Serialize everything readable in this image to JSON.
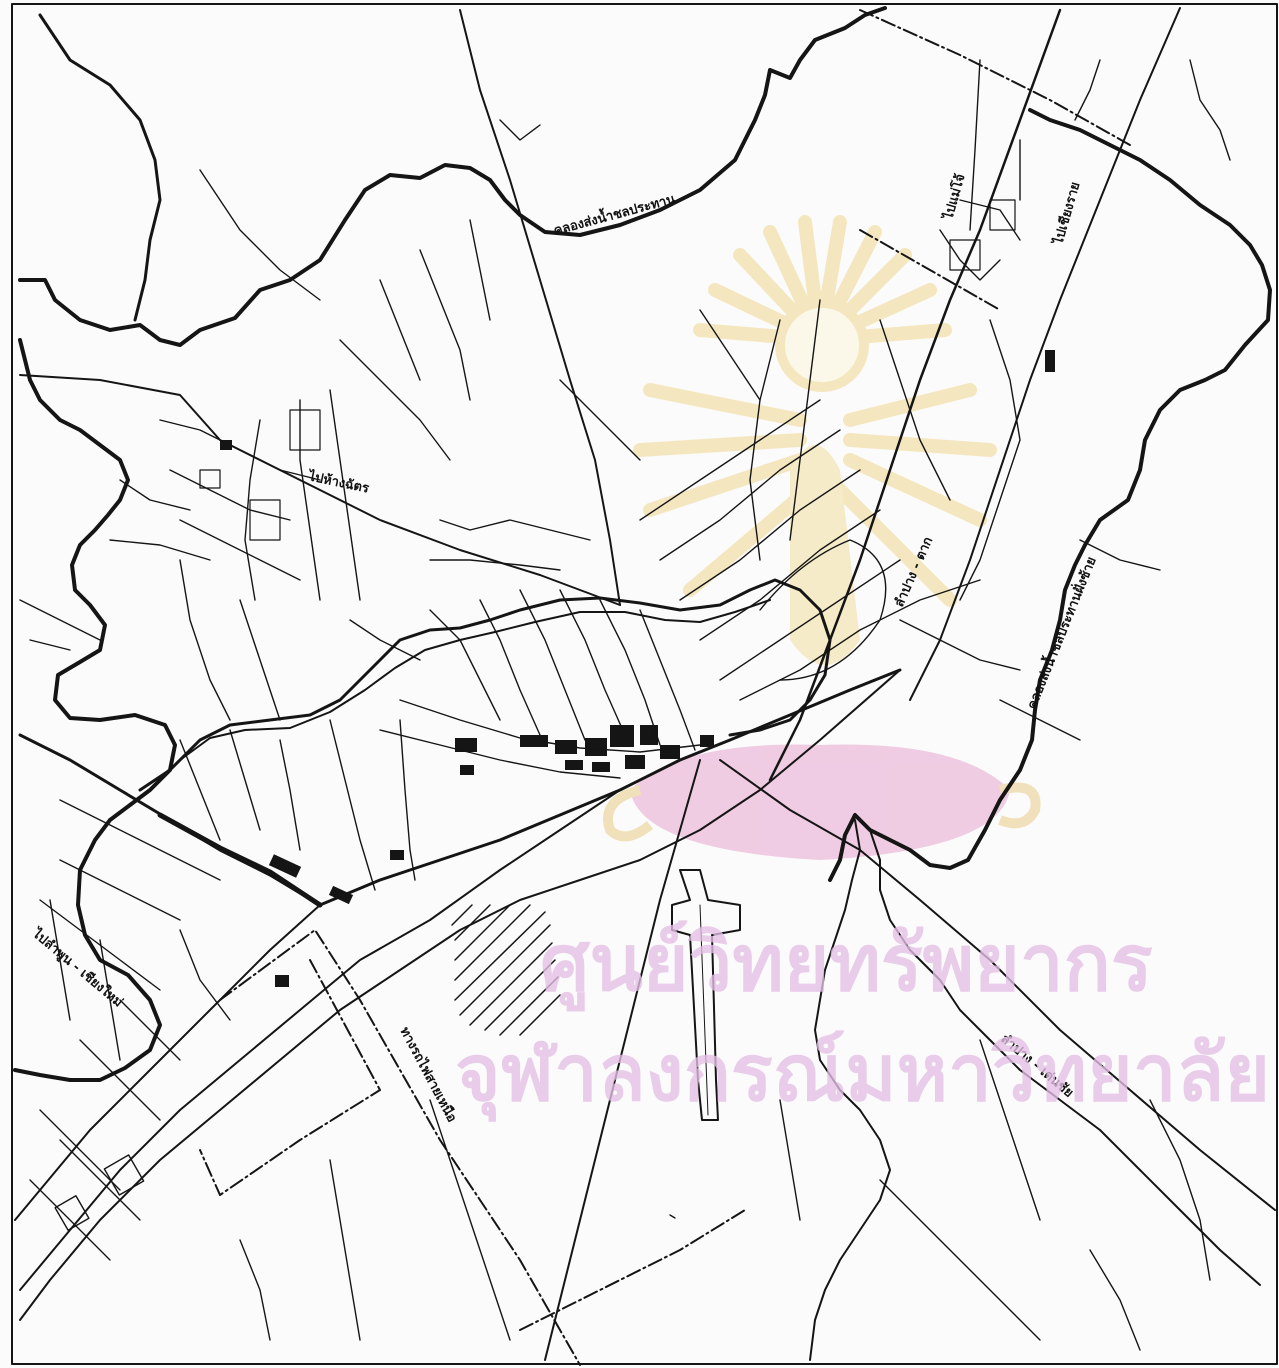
{
  "map": {
    "labels": {
      "canal_north": "คลองส่งน้ำชลประทาน",
      "to_mae_jo": "ไปแม่โจ้",
      "to_chiang_rai": "ไปเชียงราย",
      "to_phan_chat": "ไปห้างฉัตร",
      "lampang_tak": "ลำปาง - ตาก",
      "canal_east": "คลองส่งน้ำชลประทานฝั่งซ้าย",
      "to_lamphun_chiangmai": "ไปลำพูน - เชียงใหม่",
      "railway": "ทางรถไฟสายเหนือ",
      "lampang_denchai": "ลำปาง - เด่นชัย"
    },
    "watermark": {
      "line1": "ศูนย์วิทยทรัพยากร",
      "line2": "จุฬาลงกรณ์มหาวิทยาลัย",
      "text_color": "#e2b8e2",
      "emblem_color": "#f0d890",
      "emblem_base_color": "#e8a8d0"
    },
    "colors": {
      "ink": "#151515",
      "paper": "#fbfbfb"
    }
  }
}
